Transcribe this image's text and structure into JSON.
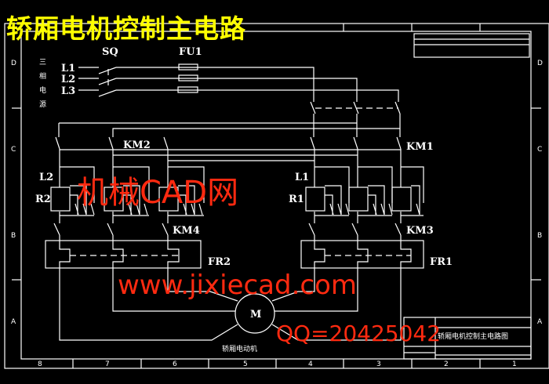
{
  "title": "轿厢电机控制主电路",
  "zones": {
    "columns": [
      "8",
      "7",
      "6",
      "5",
      "4",
      "3",
      "2",
      "1"
    ],
    "rows": [
      "D",
      "C",
      "B",
      "A"
    ]
  },
  "supply": {
    "label_chars": [
      "三",
      "相",
      "电",
      "源"
    ],
    "lines": [
      "L1",
      "L2",
      "L3"
    ]
  },
  "components": {
    "switch": "SQ",
    "fuse": "FU1",
    "km1": "KM1",
    "km2": "KM2",
    "km3": "KM3",
    "km4": "KM4",
    "fr1": "FR1",
    "fr2": "FR2",
    "l1": "L1",
    "l2": "L2",
    "r1": "R1",
    "r2": "R2",
    "motor": "M",
    "motor_caption": "轿厢电动机"
  },
  "title_block": {
    "drawing_name": "轿厢电机控制主电路图"
  },
  "watermarks": {
    "site_cn": "机械CAD网",
    "url": "www.jixiecad.com",
    "qq": "QQ=20425042"
  }
}
